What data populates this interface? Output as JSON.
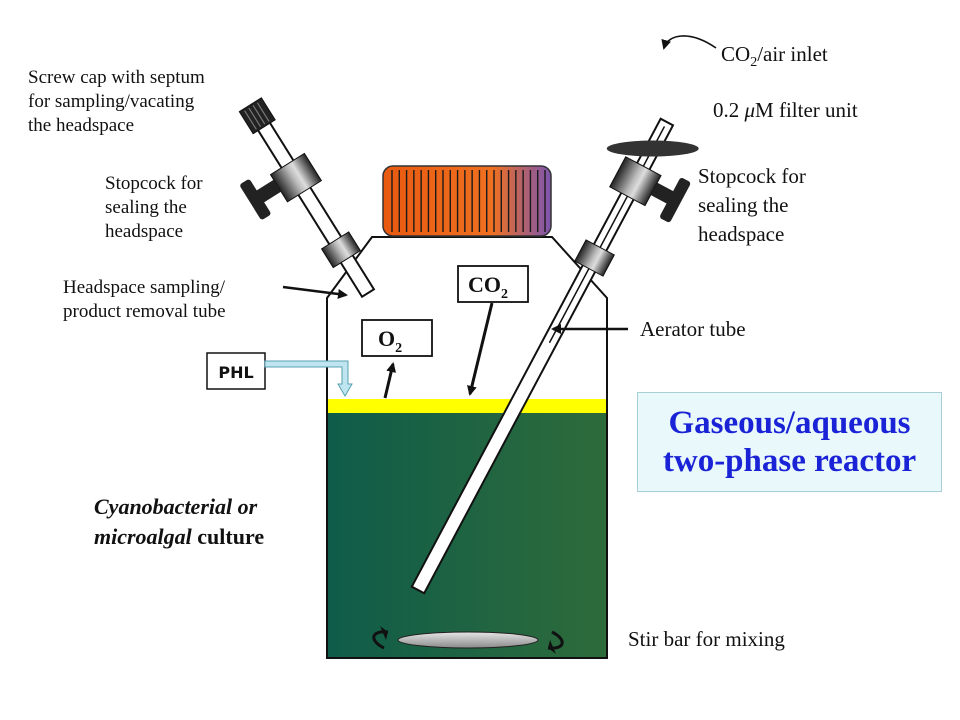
{
  "labels": {
    "screw_cap": [
      "Screw cap with septum",
      "for sampling/vacating",
      "the headspace"
    ],
    "stopcock_left": [
      "Stopcock for",
      "sealing the",
      "headspace"
    ],
    "sampling_tube": [
      "Headspace sampling/",
      "product removal tube"
    ],
    "co2_inlet": {
      "prefix": "CO",
      "sub": "2",
      "suffix": "/air inlet"
    },
    "filter_unit": {
      "prefix": "0.2 ",
      "mu": "μ",
      "suffix": "M filter unit"
    },
    "stopcock_right": [
      "Stopcock for",
      "sealing the",
      "headspace"
    ],
    "aerator_tube": "Aerator tube",
    "phl": "PHL",
    "o2": {
      "main": "O",
      "sub": "2"
    },
    "co2": {
      "main": "CO",
      "sub": "2"
    },
    "culture": {
      "italic1": "Cyanobacterial or",
      "italic2": "microalgal",
      "bold2": " culture"
    },
    "stir_bar": "Stir bar for mixing"
  },
  "title": [
    "Gaseous/aqueous",
    "two-phase reactor"
  ],
  "colors": {
    "culture_left": "#0f5c4a",
    "culture_right": "#2e6b3a",
    "product_layer": "#ffff00",
    "title_text": "#1a23d6",
    "title_bg": "#e8f8fb",
    "cap_orange": "#f26a1b",
    "cap_purple": "#8a5aa8",
    "phl_arrow": "#bfe6f0"
  }
}
